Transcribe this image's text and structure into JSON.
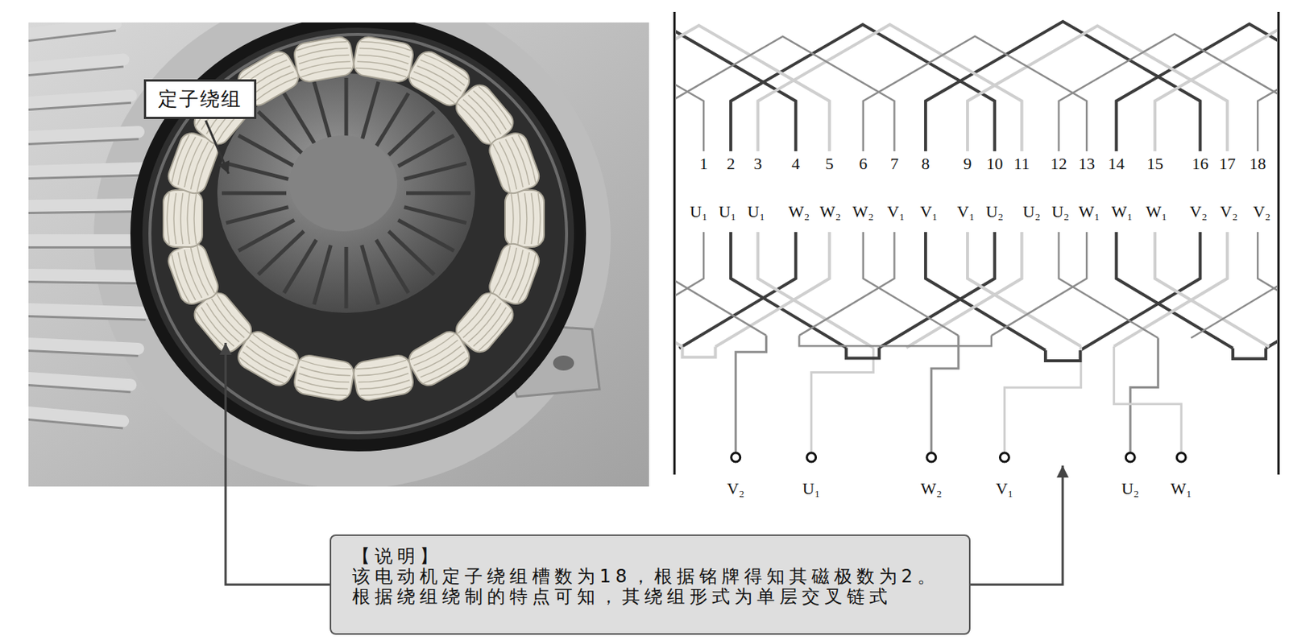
{
  "diagram": {
    "nodes": [
      {
        "text": [
          "定子绕组"
        ]
      },
      {
        "text": [
          "【说明】",
          "该电动机定子绕组槽数为18，根据铭牌得知其磁极数为2。 根据绕组绕制的特点可知，其绕组形式为单层交叉链式"
        ]
      }
    ],
    "labels": [
      "1",
      "2",
      "3",
      "4",
      "5",
      "6",
      "7",
      "8",
      "9",
      "10",
      "11",
      "12",
      "13",
      "14",
      "15",
      "16",
      "17",
      "18",
      "U₁",
      "U₁",
      "U₁",
      "W₂",
      "W₂",
      "W₂",
      "V₁",
      "V₁",
      "V₁",
      "U₂",
      "U₂",
      "U₂",
      "W₁",
      "W₁",
      "W₁",
      "V₂",
      "V₂",
      "V₂",
      "V₂",
      "U₁",
      "W₂",
      "V₁",
      "U₂",
      "W₁"
    ]
  }
}
